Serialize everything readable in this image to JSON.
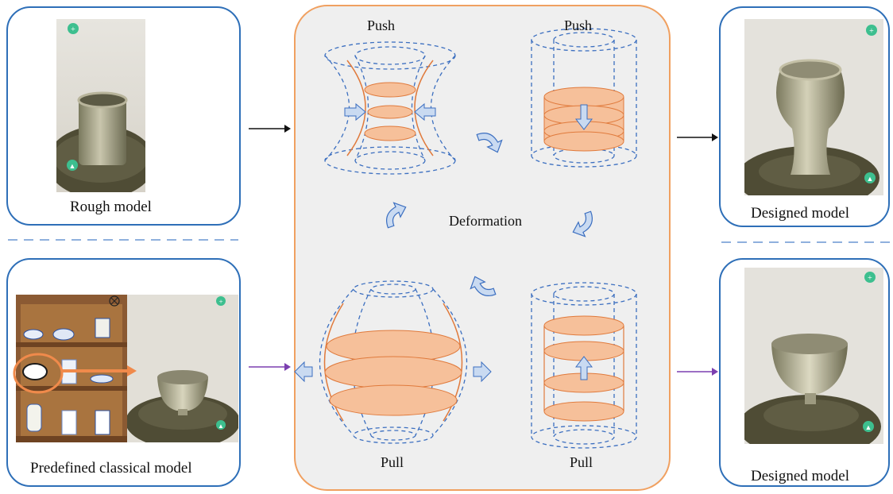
{
  "captions": {
    "rough_model": "Rough model",
    "designed_model_top": "Designed model",
    "predefined_model": "Predefined classical model",
    "designed_model_bottom": "Designed model"
  },
  "deformation": {
    "center_label": "Deformation",
    "push_left": "Push",
    "push_right": "Push",
    "pull_left": "Pull",
    "pull_right": "Pull"
  },
  "colors": {
    "panel_border": "#2e6fb8",
    "center_border": "#f0a060",
    "disc_fill": "#f6c09a",
    "dashed_line": "#3c6fc0",
    "arrow_fill": "#c9daf1",
    "purple_arrow": "#7b3fb0",
    "separator": "#8fb0dd"
  },
  "icons": [
    "add-icon",
    "fire-icon",
    "close-icon",
    "rotate-arrow-icon",
    "push-arrow-icon",
    "pull-arrow-icon"
  ]
}
